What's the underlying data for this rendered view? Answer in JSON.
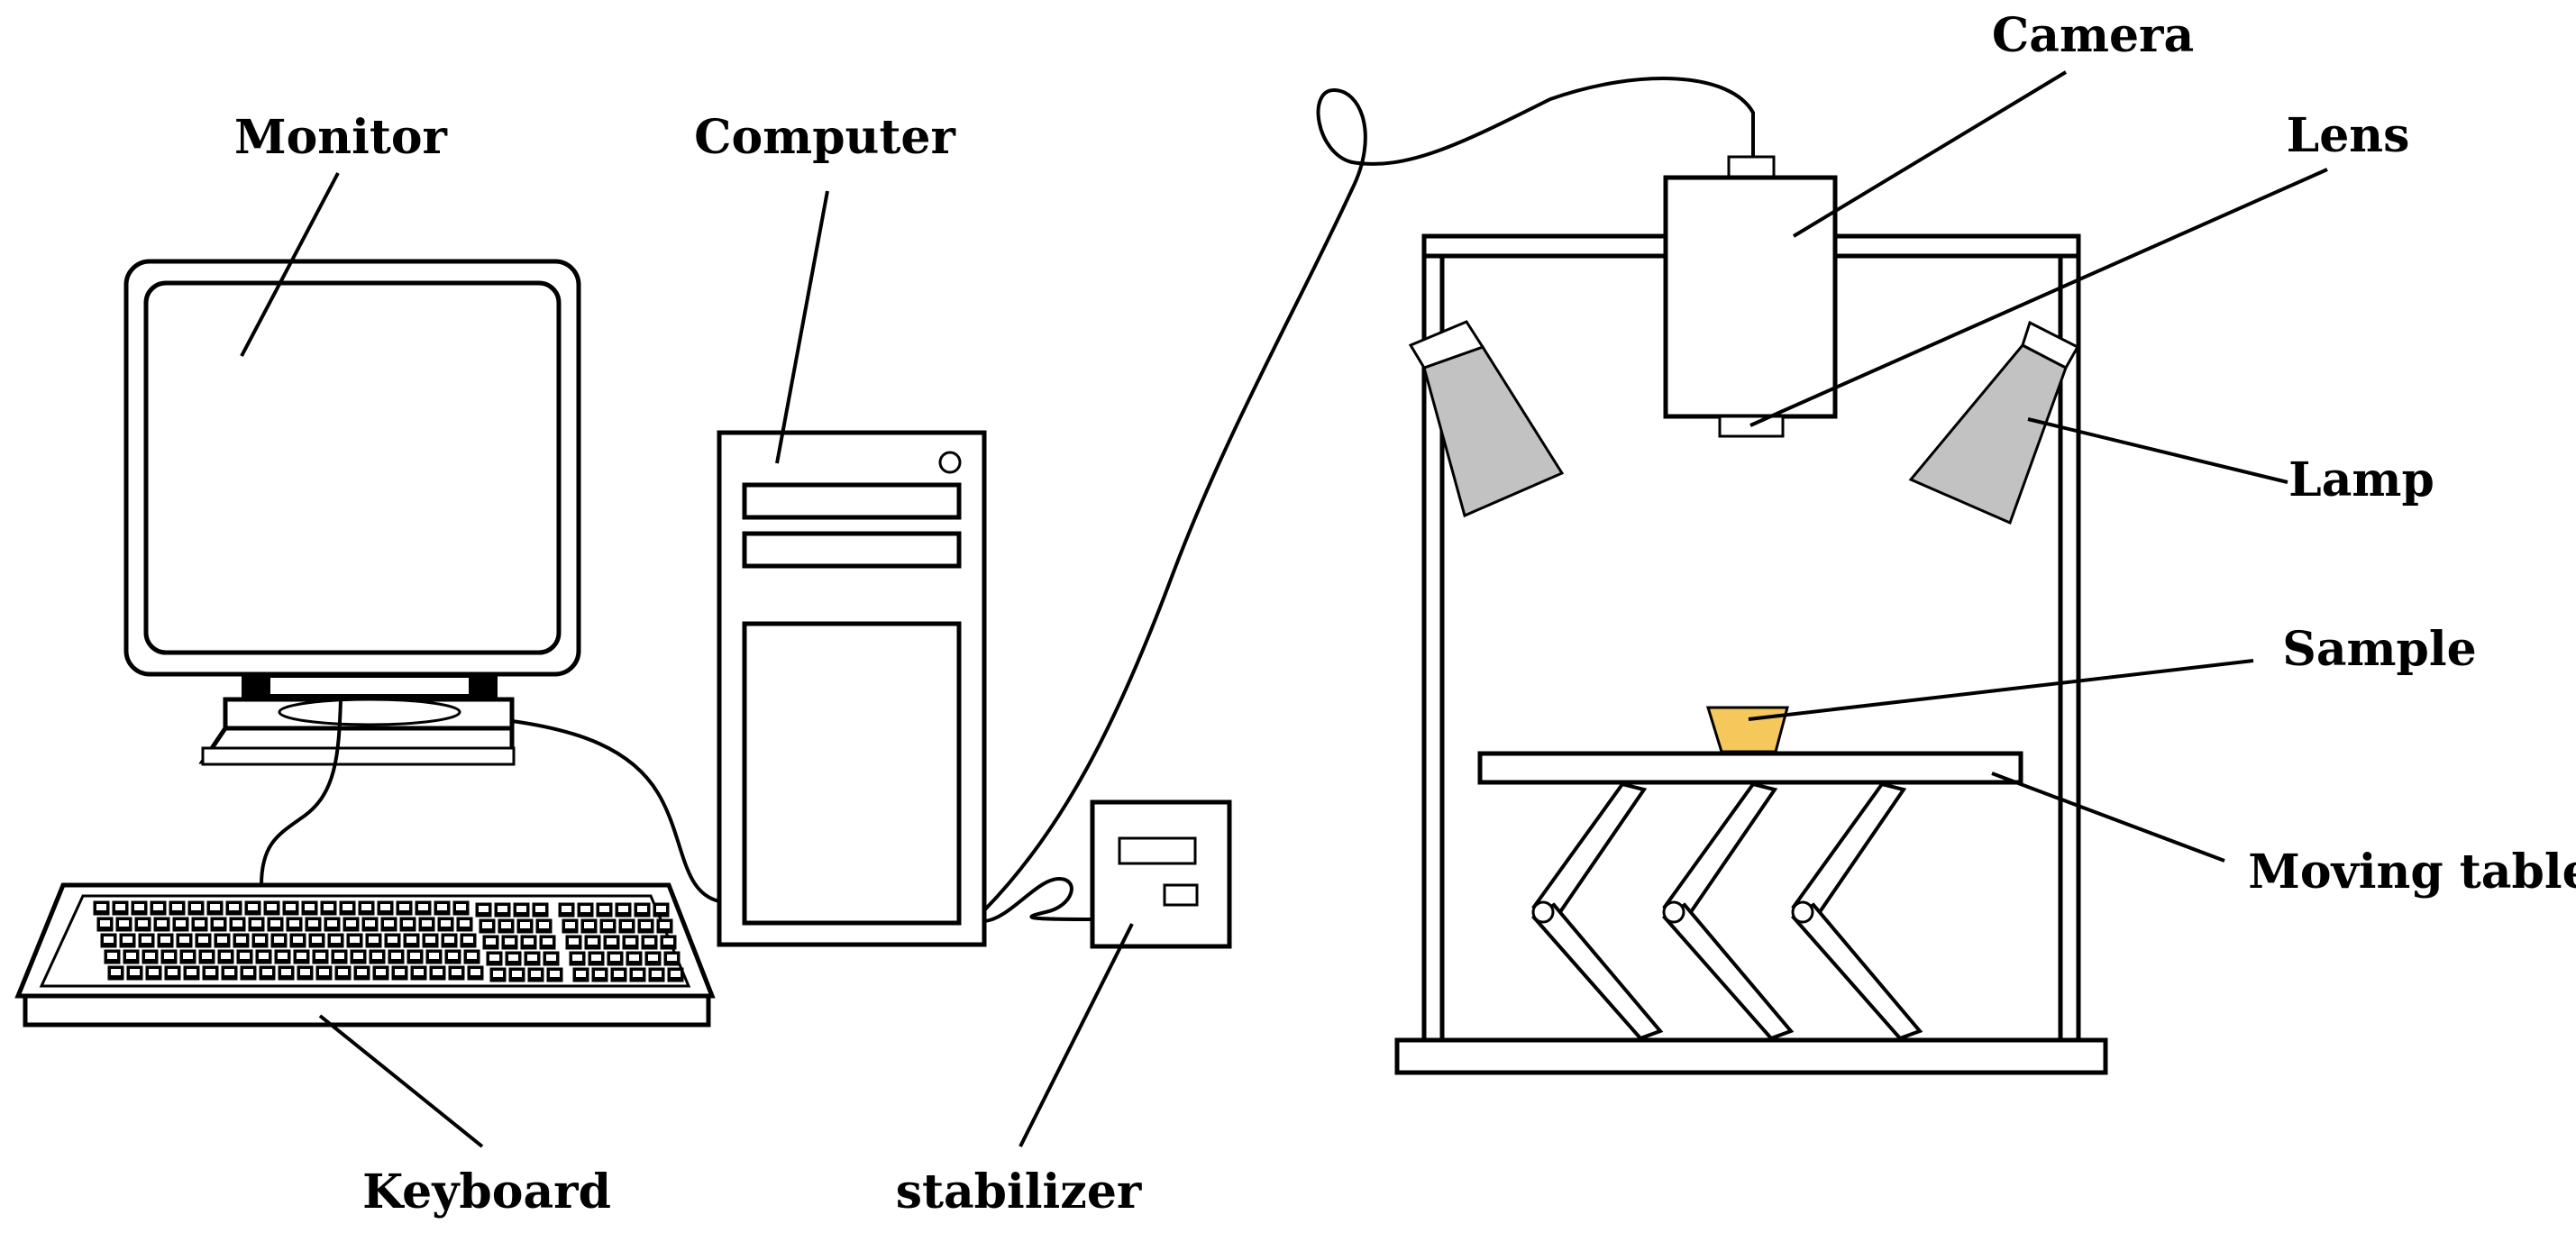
{
  "labels": {
    "monitor": "Monitor",
    "computer": "Computer",
    "camera": "Camera",
    "lens": "Lens",
    "lamp": "Lamp",
    "sample": "Sample",
    "moving_table": "Moving table",
    "keyboard": "Keyboard",
    "stabilizer": "stabilizer"
  },
  "colors": {
    "lamp_beam": "#c2c2c2",
    "sample": "#f4c85a",
    "line": "#000000",
    "background": "#ffffff"
  }
}
